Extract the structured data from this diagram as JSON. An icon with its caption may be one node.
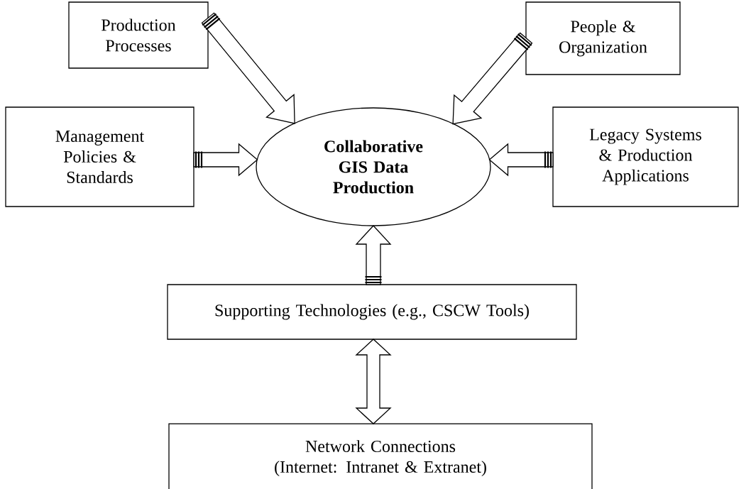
{
  "diagram": {
    "nodes": [
      {
        "text": [
          "Production Processes"
        ]
      },
      {
        "text": [
          "People & Organization"
        ]
      },
      {
        "text": [
          "Management Policies & Standards"
        ]
      },
      {
        "text": [
          "Collaborative GIS Data Production"
        ]
      },
      {
        "text": [
          "Legacy Systems & Production Applications"
        ]
      },
      {
        "text": [
          "Supporting Technologies (e.g., CSCW Tools)"
        ]
      },
      {
        "text": [
          "Network Connections (Internet: Intranet & Extranet)"
        ]
      }
    ],
    "edges": [
      {
        "from": 0,
        "to": 3,
        "arrow": "to"
      },
      {
        "from": 1,
        "to": 3,
        "arrow": "to"
      },
      {
        "from": 2,
        "to": 3,
        "arrow": "to"
      },
      {
        "from": 4,
        "to": 3,
        "arrow": "to"
      },
      {
        "from": 5,
        "to": 3,
        "arrow": "to"
      },
      {
        "from": 5,
        "to": 6,
        "arrow": "both"
      }
    ]
  }
}
